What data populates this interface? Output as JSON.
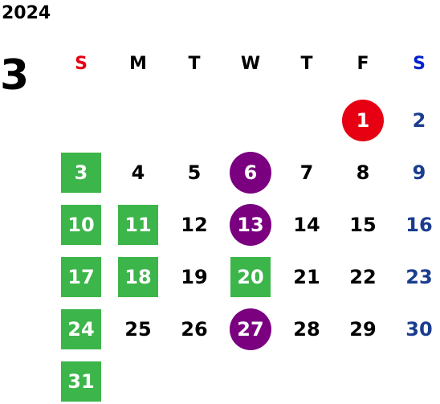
{
  "calendar": {
    "year": "2024",
    "month": "3",
    "weekdays": [
      "S",
      "M",
      "T",
      "W",
      "T",
      "F",
      "S"
    ],
    "weekday_colors": [
      "#e60012",
      "#000000",
      "#000000",
      "#000000",
      "#000000",
      "#000000",
      "#0022cc"
    ],
    "colors": {
      "green": "#3cb54a",
      "purple": "#7a0080",
      "red": "#e60012",
      "saturday_blue": "#1a3d8f",
      "text": "#000000",
      "white": "#ffffff"
    },
    "days": [
      {
        "label": "1",
        "col": 5,
        "row": 0,
        "style": "red-circle"
      },
      {
        "label": "2",
        "col": 6,
        "row": 0,
        "style": "saturday"
      },
      {
        "label": "3",
        "col": 0,
        "row": 1,
        "style": "green-square"
      },
      {
        "label": "4",
        "col": 1,
        "row": 1,
        "style": "plain"
      },
      {
        "label": "5",
        "col": 2,
        "row": 1,
        "style": "plain"
      },
      {
        "label": "6",
        "col": 3,
        "row": 1,
        "style": "purple-circle"
      },
      {
        "label": "7",
        "col": 4,
        "row": 1,
        "style": "plain"
      },
      {
        "label": "8",
        "col": 5,
        "row": 1,
        "style": "plain"
      },
      {
        "label": "9",
        "col": 6,
        "row": 1,
        "style": "saturday"
      },
      {
        "label": "10",
        "col": 0,
        "row": 2,
        "style": "green-square"
      },
      {
        "label": "11",
        "col": 1,
        "row": 2,
        "style": "green-square"
      },
      {
        "label": "12",
        "col": 2,
        "row": 2,
        "style": "plain"
      },
      {
        "label": "13",
        "col": 3,
        "row": 2,
        "style": "purple-circle"
      },
      {
        "label": "14",
        "col": 4,
        "row": 2,
        "style": "plain"
      },
      {
        "label": "15",
        "col": 5,
        "row": 2,
        "style": "plain"
      },
      {
        "label": "16",
        "col": 6,
        "row": 2,
        "style": "saturday"
      },
      {
        "label": "17",
        "col": 0,
        "row": 3,
        "style": "green-square"
      },
      {
        "label": "18",
        "col": 1,
        "row": 3,
        "style": "green-square"
      },
      {
        "label": "19",
        "col": 2,
        "row": 3,
        "style": "plain"
      },
      {
        "label": "20",
        "col": 3,
        "row": 3,
        "style": "green-square"
      },
      {
        "label": "21",
        "col": 4,
        "row": 3,
        "style": "plain"
      },
      {
        "label": "22",
        "col": 5,
        "row": 3,
        "style": "plain"
      },
      {
        "label": "23",
        "col": 6,
        "row": 3,
        "style": "saturday"
      },
      {
        "label": "24",
        "col": 0,
        "row": 4,
        "style": "green-square"
      },
      {
        "label": "25",
        "col": 1,
        "row": 4,
        "style": "plain"
      },
      {
        "label": "26",
        "col": 2,
        "row": 4,
        "style": "plain"
      },
      {
        "label": "27",
        "col": 3,
        "row": 4,
        "style": "purple-circle"
      },
      {
        "label": "28",
        "col": 4,
        "row": 4,
        "style": "plain"
      },
      {
        "label": "29",
        "col": 5,
        "row": 4,
        "style": "plain"
      },
      {
        "label": "30",
        "col": 6,
        "row": 4,
        "style": "saturday"
      },
      {
        "label": "31",
        "col": 0,
        "row": 5,
        "style": "green-square"
      }
    ]
  }
}
